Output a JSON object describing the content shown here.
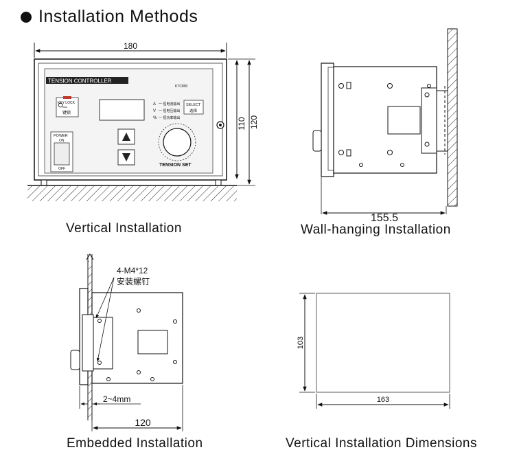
{
  "title": "Installation Methods",
  "captions": {
    "vertical": "Vertical Installation",
    "wall": "Wall-hanging Installation",
    "embedded": "Embedded Installation",
    "dimensions": "Vertical Installation Dimensions"
  },
  "vertical": {
    "width_label": "180",
    "height_inner_label": "110",
    "height_outer_label": "120",
    "panel_title": "TENSION CONTROLLER",
    "model": "KTC800",
    "key_lock": "KEY LOCK",
    "key_lock_cn": "键锁",
    "power": "POWER",
    "on": "ON",
    "off": "OFF",
    "indicators": [
      {
        "sym": "A",
        "text": "一 恒电流输出"
      },
      {
        "sym": "V",
        "text": "一 恒电压输出"
      },
      {
        "sym": "%",
        "text": "一 恒功率输出"
      }
    ],
    "select": "SELECT",
    "select_cn": "选择",
    "tension_set": "TENSION SET"
  },
  "wall": {
    "depth_label": "155.5"
  },
  "embedded": {
    "screw_spec": "4-M4*12",
    "screw_cn": "安装螺钉",
    "gap_label": "2~4mm",
    "depth_label": "120"
  },
  "cutout": {
    "height_label": "103",
    "width_label": "163"
  }
}
